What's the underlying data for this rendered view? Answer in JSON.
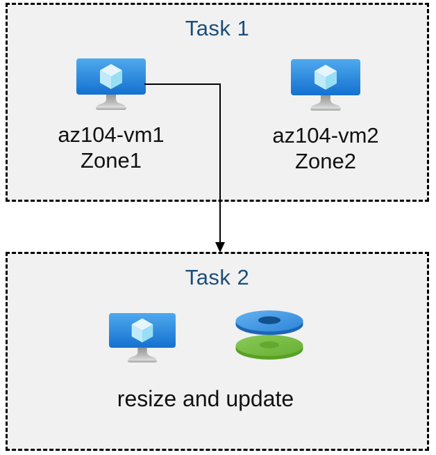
{
  "diagram": {
    "task1": {
      "title": "Task 1",
      "vms": [
        {
          "name": "az104-vm1",
          "zone": "Zone1"
        },
        {
          "name": "az104-vm2",
          "zone": "Zone2"
        }
      ]
    },
    "task2": {
      "title": "Task 2",
      "caption": "resize and update"
    },
    "icons": {
      "vm": "azure-virtual-machine-icon",
      "disks": "azure-managed-disks-icon",
      "arrow": "down-arrow-connector"
    },
    "colors": {
      "box_background": "#f1f1f1",
      "box_border": "#000000",
      "title_text": "#1b4e79",
      "body_text": "#111111",
      "arrow": "#000000",
      "vm_screen_top": "#4fa9ee",
      "vm_screen_bottom": "#1470cf",
      "disk_blue_top": "#3c92e2",
      "disk_blue_rim": "#1b66b6",
      "disk_blue_hole": "#10518e",
      "disk_green_top": "#74ba41",
      "disk_green_rim": "#58a124",
      "disk_green_hole": "#63a92f"
    }
  }
}
